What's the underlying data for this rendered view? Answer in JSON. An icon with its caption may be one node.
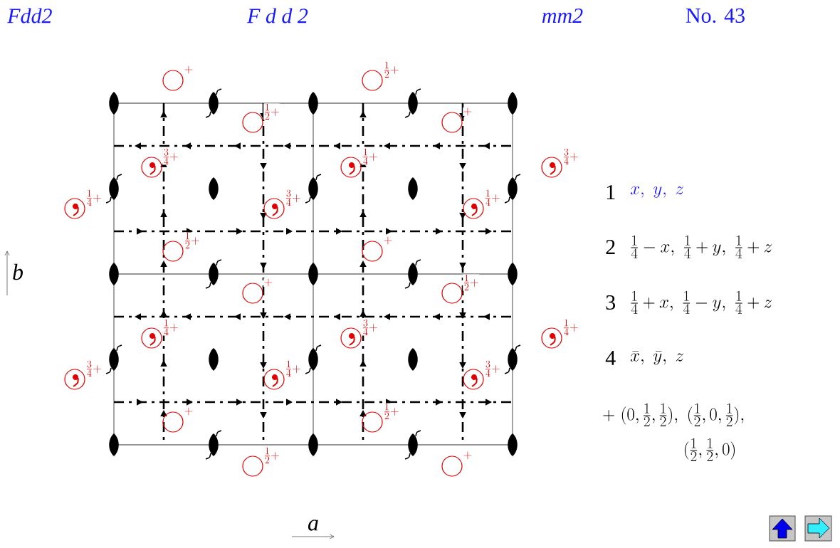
{
  "diagram": {
    "labels": [
      "Fdd2",
      "F d d 2",
      "mm2",
      "No. 43",
      "+",
      "\\frac{1}{2}+",
      "\\frac{1}{2}+",
      "+",
      "\\frac{3}{4}+",
      "\\frac{1}{4}+",
      "\\frac{3}{4}+",
      "\\frac{1}{4}+",
      "\\frac{3}{4}+",
      "\\frac{1}{4}+",
      "\\frac{1}{2}+",
      "+",
      "+",
      "\\frac{1}{2}+",
      "\\frac{1}{4}+",
      "\\frac{3}{4}+",
      "\\frac{1}{4}+",
      "\\frac{3}{4}+",
      "\\frac{1}{4}+",
      "\\frac{3}{4}+",
      "+",
      "\\frac{1}{2}+",
      "\\frac{1}{2}+",
      "+",
      "b",
      "1",
      "x,\\ y,\\ z",
      "2",
      "\\tfrac{1}{4} - x,\\ \\tfrac{1}{4} + y,\\ \\tfrac{1}{4} + z",
      "3",
      "\\tfrac{1}{4} + x,\\ \\tfrac{1}{4} - y,\\ \\tfrac{1}{4} + z",
      "4",
      "\\bar{x},\\ \\bar{y},\\ z",
      "+\\ (0,\\tfrac{1}{2},\\tfrac{1}{2}),\\ (\\tfrac{1}{2},0,\\tfrac{1}{2}),",
      "(\\tfrac{1}{2},\\tfrac{1}{2},0)",
      "a"
    ]
  }
}
